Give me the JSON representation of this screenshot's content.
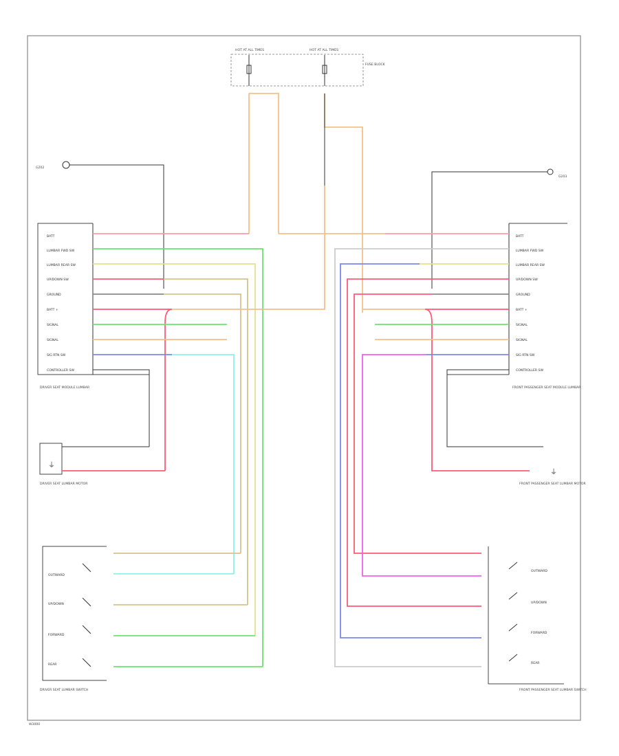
{
  "colors": {
    "pink": "#ff9aa6",
    "orange": "#f5c089",
    "green": "#69e46b",
    "yellow": "#e3e28a",
    "red": "#ff5a73",
    "tan": "#d6c28e",
    "gray": "#888888",
    "cyan": "#8ef0ee",
    "blue": "#7a86f0",
    "magenta": "#f35ef0",
    "lightgray": "#cccccc",
    "black": "#333333"
  },
  "fuse_block": {
    "fuse_left": "HOT AT ALL TIMES",
    "fuse_right": "HOT AT ALL TIMES",
    "side_label": "FUSE BLOCK"
  },
  "left_module": {
    "caption": "DRIVER SEAT MODULE LUMBAR",
    "pins": [
      "BATT",
      "LUMBAR FWD SW",
      "LUMBAR REAR SW",
      "UP/DOWN SW",
      "GROUND",
      "BATT +",
      "SIGNAL",
      "SIGNAL",
      "SIG RTN SW",
      "CONTROLLER SW"
    ]
  },
  "right_module": {
    "caption": "FRONT PASSENGER SEAT MODULE LUMBAR",
    "pins": [
      "BATT",
      "LUMBAR FWD SW",
      "LUMBAR REAR SW",
      "UP/DOWN SW",
      "GROUND",
      "BATT +",
      "SIGNAL",
      "SIGNAL",
      "SIG RTN SW",
      "CONTROLLER SW"
    ]
  },
  "left_motor": {
    "caption": "DRIVER SEAT LUMBAR MOTOR"
  },
  "right_motor": {
    "caption": "FRONT PASSENGER SEAT LUMBAR MOTOR"
  },
  "left_switch": {
    "caption": "DRIVER SEAT LUMBAR SWITCH",
    "rows": [
      "OUTWARD",
      "UP/DOWN",
      "FORWARD",
      "REAR"
    ]
  },
  "right_switch": {
    "caption": "FRONT PASSENGER SEAT LUMBAR SWITCH",
    "rows": [
      "OUTWARD",
      "UP/DOWN",
      "FORWARD",
      "REAR"
    ]
  },
  "left_ground": {
    "caption": "G202"
  },
  "right_ground": {
    "caption": "G203"
  },
  "footer_code": "W3000"
}
